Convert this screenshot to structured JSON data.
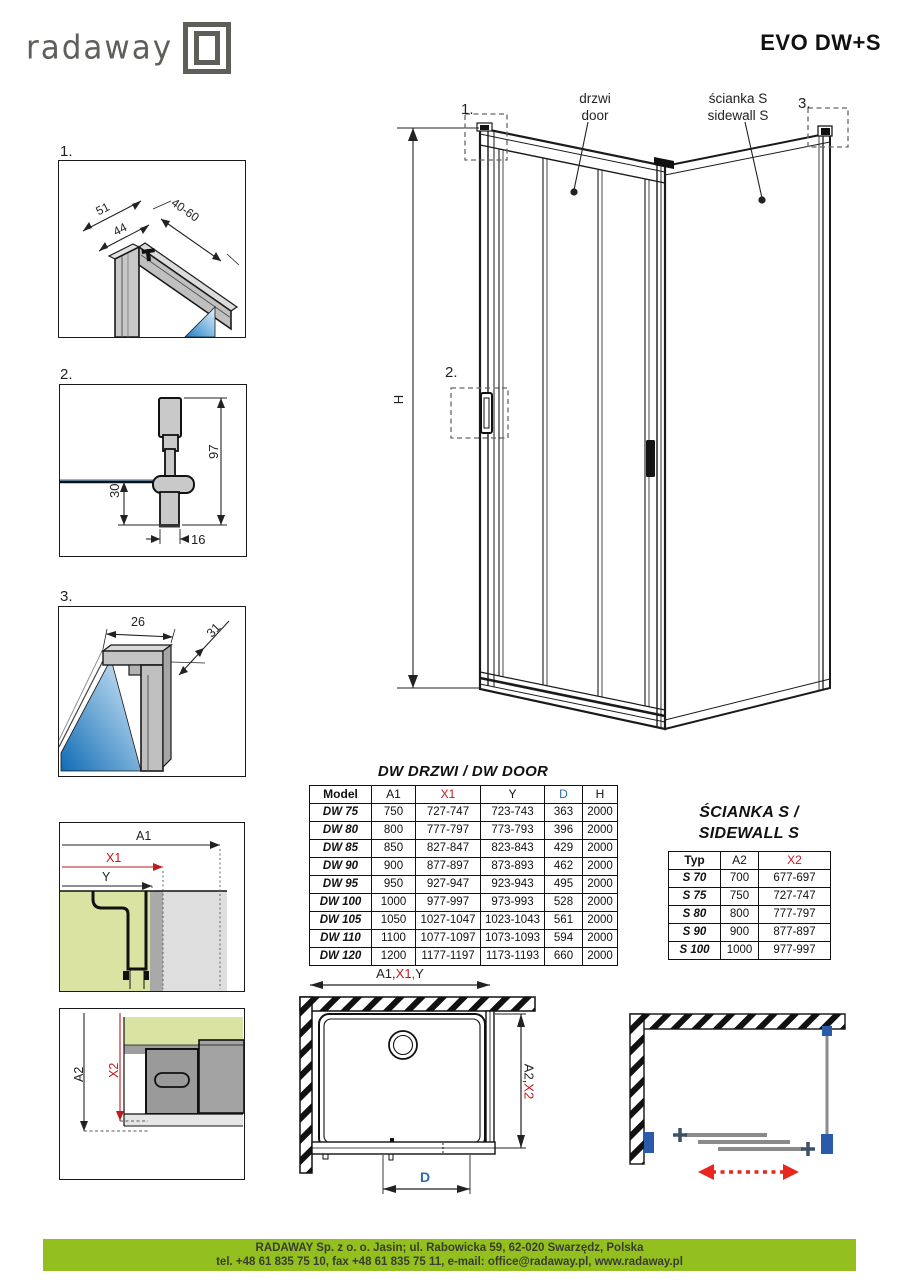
{
  "header": {
    "brand": "radaway",
    "title": "EVO DW+S"
  },
  "main_drawing": {
    "door_label_pl": "drzwi",
    "door_label_en": "door",
    "sidewall_label_pl": "ścianka S",
    "sidewall_label_en": "sidewall S",
    "h_label": "H",
    "marker_1": "1.",
    "marker_2": "2.",
    "marker_3": "3."
  },
  "details": {
    "d1": {
      "label": "1.",
      "dim_51": "51",
      "dim_44": "44",
      "dim_40_60": "40-60"
    },
    "d2": {
      "label": "2.",
      "dim_97": "97",
      "dim_30": "30",
      "dim_16": "16"
    },
    "d3": {
      "label": "3.",
      "dim_26": "26",
      "dim_31": "31"
    },
    "d4": {
      "dim_a1": "A1",
      "dim_x1": "X1",
      "dim_y": "Y"
    },
    "d5": {
      "dim_a2": "A2",
      "dim_x2": "X2"
    }
  },
  "dw_table": {
    "title": "DW DRZWI / DW DOOR",
    "headers": [
      "Model",
      "A1",
      "X1",
      "Y",
      "D",
      "H"
    ],
    "rows": [
      [
        "DW 75",
        "750",
        "727-747",
        "723-743",
        "363",
        "2000"
      ],
      [
        "DW 80",
        "800",
        "777-797",
        "773-793",
        "396",
        "2000"
      ],
      [
        "DW 85",
        "850",
        "827-847",
        "823-843",
        "429",
        "2000"
      ],
      [
        "DW 90",
        "900",
        "877-897",
        "873-893",
        "462",
        "2000"
      ],
      [
        "DW 95",
        "950",
        "927-947",
        "923-943",
        "495",
        "2000"
      ],
      [
        "DW 100",
        "1000",
        "977-997",
        "973-993",
        "528",
        "2000"
      ],
      [
        "DW 105",
        "1050",
        "1027-1047",
        "1023-1043",
        "561",
        "2000"
      ],
      [
        "DW 110",
        "1100",
        "1077-1097",
        "1073-1093",
        "594",
        "2000"
      ],
      [
        "DW 120",
        "1200",
        "1177-1197",
        "1173-1193",
        "660",
        "2000"
      ]
    ]
  },
  "sidewall_table": {
    "title_line1": "ŚCIANKA S /",
    "title_line2": "SIDEWALL S",
    "headers": [
      "Typ",
      "A2",
      "X2"
    ],
    "rows": [
      [
        "S 70",
        "700",
        "677-697"
      ],
      [
        "S 75",
        "750",
        "727-747"
      ],
      [
        "S 80",
        "800",
        "777-797"
      ],
      [
        "S 90",
        "900",
        "877-897"
      ],
      [
        "S 100",
        "1000",
        "977-997"
      ]
    ]
  },
  "plan_view": {
    "top_dim_a1": "A1,",
    "top_dim_x1": "X1,",
    "top_dim_y": "Y",
    "right_dim_a2": "A2,",
    "right_dim_x2": "X2",
    "bottom_dim_d": "D"
  },
  "footer": {
    "line1": "RADAWAY Sp. z o. o. Jasin; ul. Rabowicka 59, 62-020 Swarzędz, Polska",
    "line2": "tel. +48 61 835 75 10, fax +48 61 835 75 11, e-mail: office@radaway.pl, www.radaway.pl"
  },
  "colors": {
    "accent_red": "#c01a1e",
    "accent_blue": "#2e6da4",
    "footer_green": "#93c01f",
    "glass_blue": "#1f7fc4",
    "olive_fill": "#dbe3a3",
    "logo_gray": "#5d5f58"
  }
}
